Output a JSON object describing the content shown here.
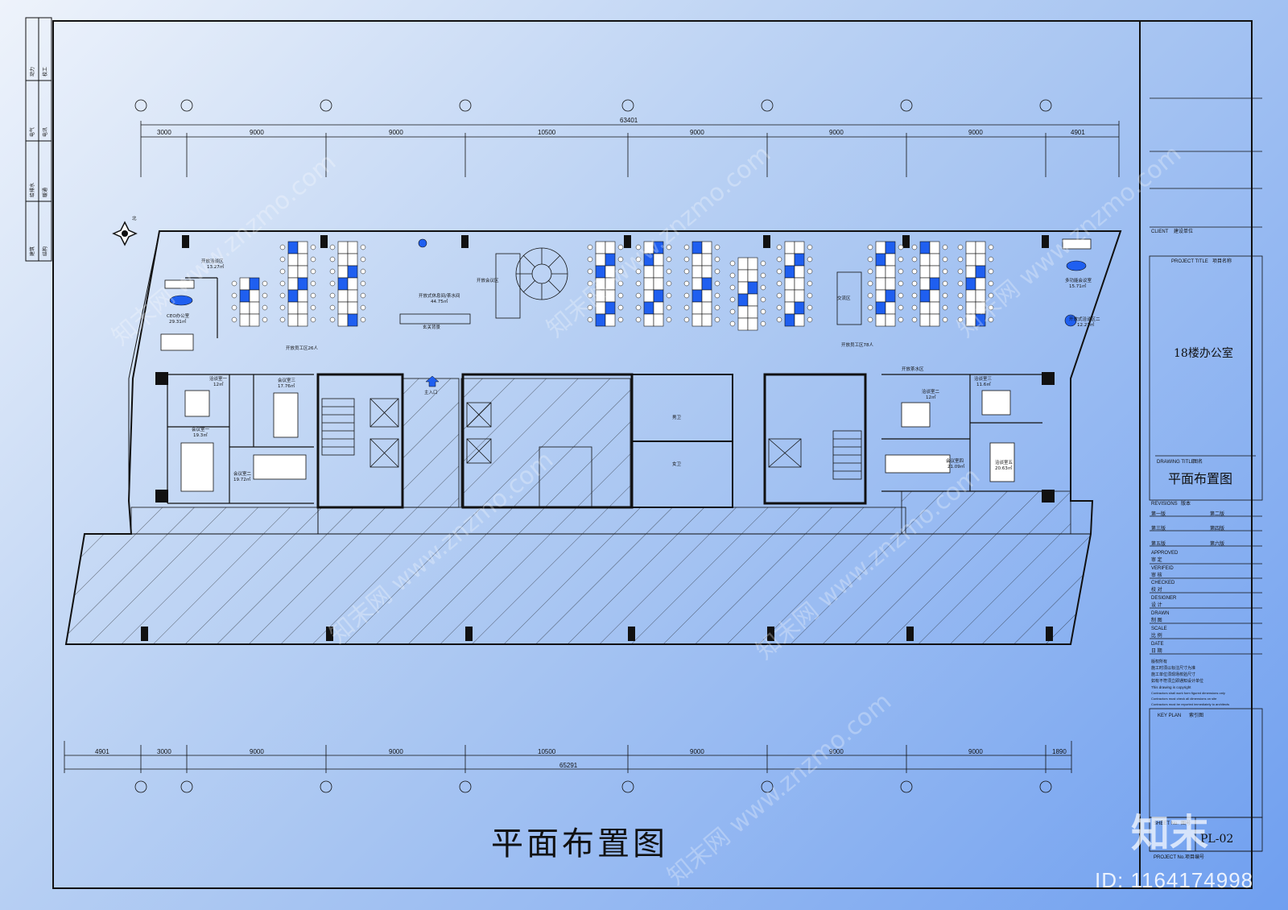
{
  "side_labels": {
    "row1": [
      "动力",
      "校工"
    ],
    "row2": [
      "电气",
      "电讯"
    ],
    "row3": [
      "给排水",
      "暖通"
    ],
    "row4": [
      "建筑",
      "结构"
    ]
  },
  "dimensions_top": {
    "total": "63401",
    "segments": [
      "3000",
      "9000",
      "9000",
      "10500",
      "9000",
      "9000",
      "9000",
      "4901"
    ]
  },
  "dimensions_bottom": {
    "total": "65291",
    "segments": [
      "4901",
      "3000",
      "9000",
      "9000",
      "10500",
      "9000",
      "9000",
      "9000",
      "1890"
    ]
  },
  "rooms": {
    "open_office_1": "开放员工区26人",
    "open_office_2": "开放员工区78人",
    "ceo_office": "CEO办公室",
    "ceo_area": "29.31㎡",
    "meeting_open": "开放洽谈区",
    "meeting_open_area": "13.27㎡",
    "pantry": "开放式休息间/茶水间",
    "pantry_area": "44.75㎡",
    "reception_wall": "玄关背景",
    "open_meeting_area": "开放会议区",
    "exchange": "交流区",
    "multi_meeting": "多功能会议室",
    "multi_meeting_area": "15.71㎡",
    "open_talk_2": "开放式洽谈区二",
    "open_talk_2_area": "12.21㎡",
    "talk1": "洽谈室一",
    "talk1_area": "12㎡",
    "meeting3": "会议室三",
    "meeting3_area": "17.76㎡",
    "meeting1": "会议室一",
    "meeting1_area": "19.3㎡",
    "meeting2": "会议室二",
    "meeting2_area": "19.72㎡",
    "main_entrance": "主入口",
    "tea_area": "开放茶水区",
    "talk2": "洽谈室二",
    "talk2_area": "12㎡",
    "talk3": "洽谈室三",
    "talk3_area": "11.6㎡",
    "meeting4": "会议室四",
    "meeting4_area": "21.09㎡",
    "talk5": "洽谈室五",
    "talk5_area": "20.63㎡",
    "male_wc": "男卫",
    "female_wc": "女卫",
    "compass_n": "北"
  },
  "title_block": {
    "client_label": "CLIENT",
    "client_cn": "建设单位",
    "project_title_label": "PROJECT TITLE",
    "project_title_cn": "项目名称",
    "project_name": "18楼办公室",
    "drawing_title_label": "DRAWING TITLE",
    "drawing_title_cn": "图名",
    "drawing_name": "平面布置图",
    "revisions_label": "REVISIONS",
    "revisions_cn": "版本",
    "rev1": "第一版",
    "rev2": "第二版",
    "rev3": "第三版",
    "rev4": "第四版",
    "rev5": "第五版",
    "rev6": "第六版",
    "approved": "APPROVED",
    "approved_cn": "审 定",
    "verified": "VERIFEID",
    "verified_cn": "审 核",
    "checked": "CHECKED",
    "checked_cn": "校 对",
    "designer": "DESIGNER",
    "designer_cn": "设 计",
    "drawn": "DRAWN",
    "drawn_cn": "制 图",
    "scale": "SCALE",
    "scale_cn": "比 例",
    "date": "DATE",
    "date_cn": "日 期",
    "notes": [
      "版权所有",
      "施工时须以标注尺寸为准",
      "施工单位须现场校验尺寸",
      "如有不符须立即通知设计单位",
      "This drawing is copyright",
      "Contractors shall work form figured dimensions only",
      "Contractors must check all dimensions on site",
      "Contractors must be reported immediately to architects"
    ],
    "key_plan_label": "KEY PLAN",
    "key_plan_cn": "索引图",
    "sheet_no_label": "SHEET No.",
    "sheet_no_cn": "图号",
    "sheet_no": "PL-02",
    "project_no_label": "PROJECT No.",
    "project_no_cn": "项目编号"
  },
  "big_title": "平面布置图",
  "watermark_logo": "知末",
  "watermark_text": "知末网 www.znzmo.com",
  "id_text": "ID: 1164174998",
  "colors": {
    "line": "#111111",
    "accent_seat": "#1f5ff0",
    "background_start": "#eef3fb",
    "background_end": "#6f9ff0"
  }
}
